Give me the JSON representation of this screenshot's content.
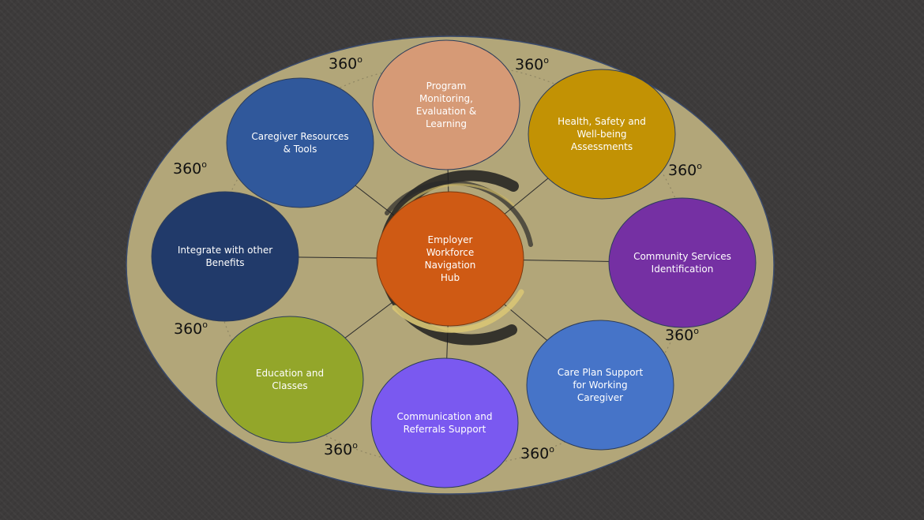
{
  "hub": {
    "lines": [
      "Employer",
      "Workforce",
      "Navigation",
      "Hub"
    ],
    "color": "#cf5a14"
  },
  "nodes": [
    {
      "id": "program-monitoring",
      "lines": [
        "Program",
        "Monitoring,",
        "Evaluation &",
        "Learning"
      ],
      "color": "#d69a76"
    },
    {
      "id": "health-safety",
      "lines": [
        "Health, Safety and",
        "Well-being",
        "Assessments"
      ],
      "color": "#c29204"
    },
    {
      "id": "community-services",
      "lines": [
        "Community Services",
        "Identification"
      ],
      "color": "#7530a3"
    },
    {
      "id": "care-plan",
      "lines": [
        "Care Plan Support",
        "for Working",
        "Caregiver"
      ],
      "color": "#4674c8"
    },
    {
      "id": "communication",
      "lines": [
        "Communication and",
        "Referrals  Support"
      ],
      "color": "#7a59f0"
    },
    {
      "id": "education",
      "lines": [
        "Education and",
        "Classes"
      ],
      "color": "#93a62a"
    },
    {
      "id": "integrate",
      "lines": [
        "Integrate with other",
        "Benefits"
      ],
      "color": "#213a6a"
    },
    {
      "id": "caregiver-resources",
      "lines": [
        "Caregiver Resources",
        "& Tools"
      ],
      "color": "#30589b"
    }
  ],
  "degree_labels": [
    {
      "text": "360",
      "sup": "o"
    },
    {
      "text": "360",
      "sup": "o"
    },
    {
      "text": "360",
      "sup": "o"
    },
    {
      "text": "360",
      "sup": "o"
    },
    {
      "text": "360",
      "sup": "o"
    },
    {
      "text": "360",
      "sup": "o"
    },
    {
      "text": "360",
      "sup": "o"
    },
    {
      "text": "360",
      "sup": "o"
    }
  ],
  "colors": {
    "background": "#3d3b3b",
    "outer_ellipse": "#b2a679",
    "connector": "#2a2a2a"
  }
}
